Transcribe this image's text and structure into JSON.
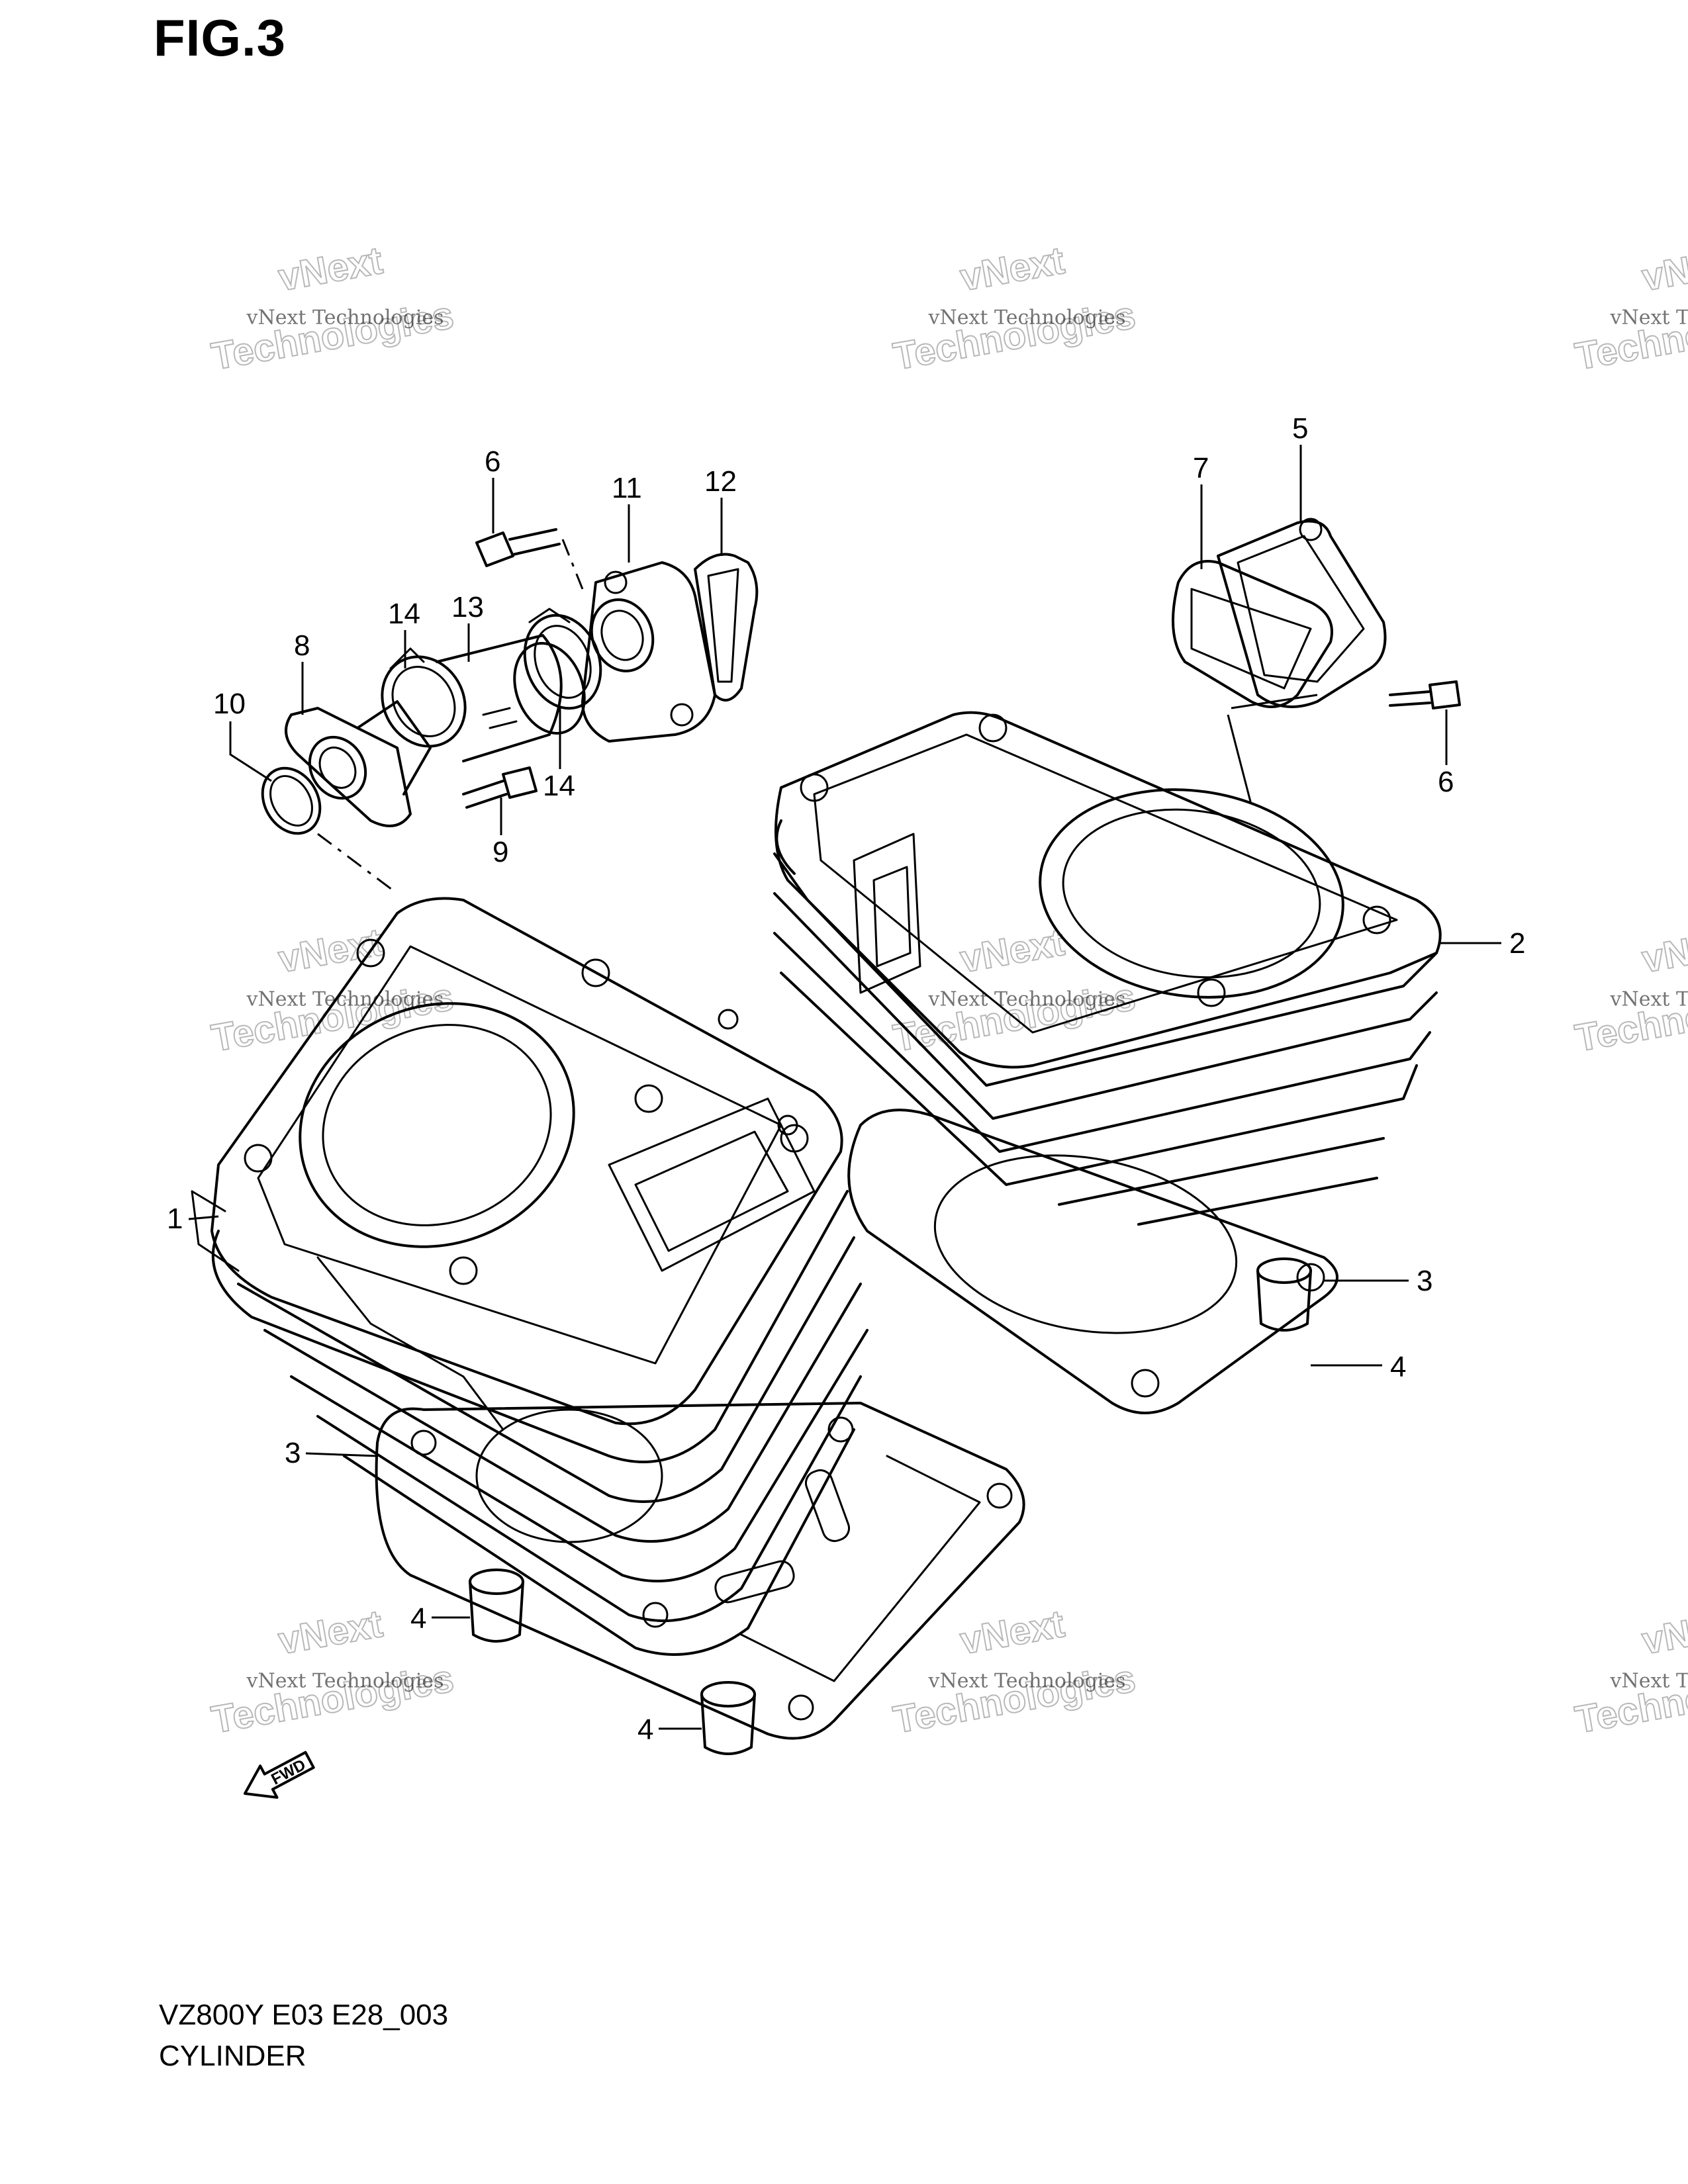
{
  "header": {
    "figure_title": "FIG.3"
  },
  "footer": {
    "model_code": "VZ800Y E03 E28_003",
    "section_name": "CYLINDER"
  },
  "callouts": {
    "c1": "1",
    "c2": "2",
    "c3a": "3",
    "c3b": "3",
    "c4a": "4",
    "c4b": "4",
    "c4c": "4",
    "c5": "5",
    "c6a": "6",
    "c6b": "6",
    "c7": "7",
    "c8": "8",
    "c9": "9",
    "c10": "10",
    "c11": "11",
    "c12": "12",
    "c13": "13",
    "c14a": "14",
    "c14b": "14"
  },
  "fwd_label": "FWD",
  "watermark": {
    "line1": "vNext Technologies",
    "big1": "vNext",
    "big2": "Technologies"
  },
  "colors": {
    "ink": "#000000",
    "paper": "#ffffff",
    "watermark": "#b8b8b8"
  }
}
